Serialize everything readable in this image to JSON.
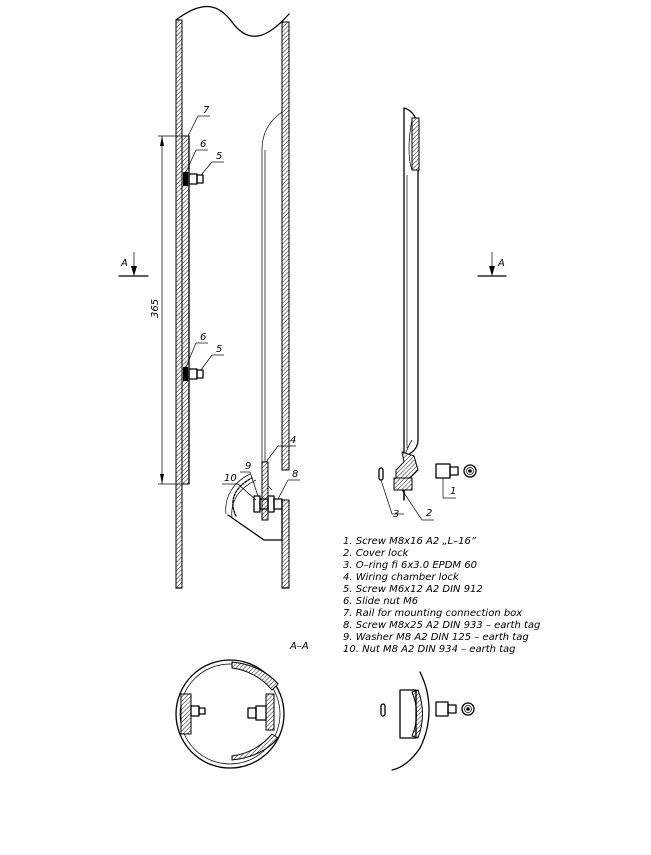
{
  "section_marker": "A",
  "section_title": "A–A",
  "dimension": "365",
  "callouts": {
    "c1": "1",
    "c2": "2",
    "c3": "3",
    "c4": "4",
    "c5a": "5",
    "c5b": "5",
    "c6a": "6",
    "c6b": "6",
    "c7": "7",
    "c8": "8",
    "c9": "9",
    "c10": "10"
  },
  "legend": [
    "1. Screw M8x16 A2 „L–16”",
    "2. Cover lock",
    "3. O–ring fi 6x3.0 EPDM 60",
    "4. Wiring chamber lock",
    "5. Screw M6x12 A2 DIN 912",
    "6. Slide nut M6",
    "7. Rail for mounting connection box",
    "8. Screw M8x25 A2 DIN 933 – earth tag",
    "9. Washer M8 A2 DIN 125 – earth tag",
    "10. Nut M8 A2 DIN 934 – earth tag"
  ]
}
